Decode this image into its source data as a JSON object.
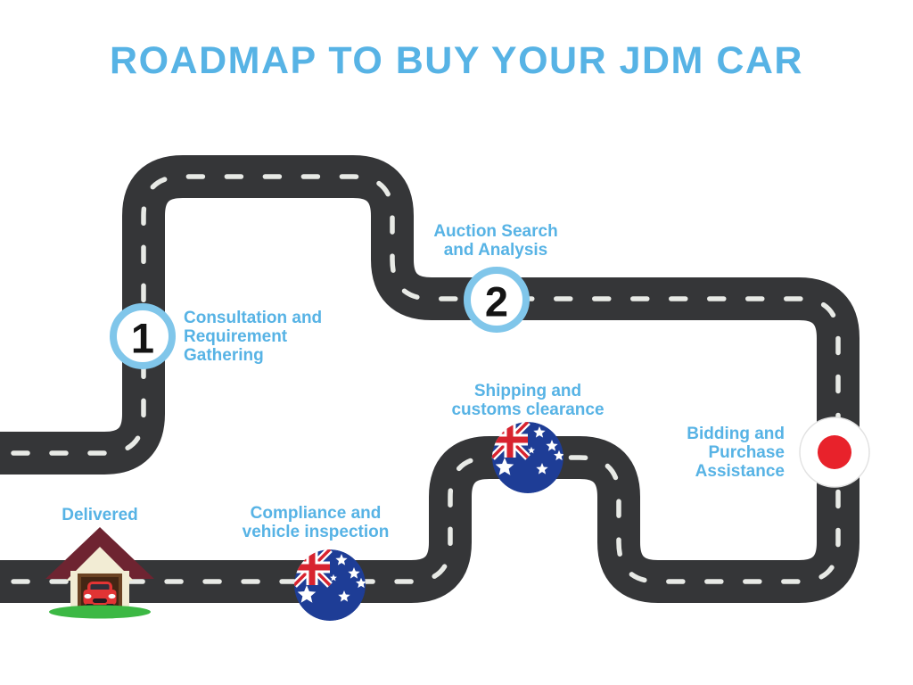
{
  "title": "ROADMAP TO BUY YOUR JDM CAR",
  "colors": {
    "accent_blue": "#57b3e5",
    "road": "#353638",
    "road_dash": "#e8eae6",
    "milestone_ring": "#80c6ea",
    "milestone_number": "#141414",
    "japan_flag_red": "#e8222b",
    "australia_flag_navy": "#1e3d96",
    "flag_red": "#d8232f",
    "house_roof_maroon": "#6e2431",
    "house_wall_cream": "#f2ecd4",
    "car_red": "#e23434",
    "grass_green": "#3cb844"
  },
  "steps": [
    {
      "marker": "1",
      "marker_type": "numbered-milestone",
      "label": "Consultation and\nRequirement\nGathering"
    },
    {
      "marker": "2",
      "marker_type": "numbered-milestone",
      "label": "Auction Search\nand Analysis"
    },
    {
      "marker_type": "japan-flag",
      "label": "Bidding and\nPurchase\nAssistance"
    },
    {
      "marker_type": "australia-flag",
      "label": "Shipping and\ncustoms clearance"
    },
    {
      "marker_type": "australia-flag",
      "label": "Compliance and\nvehicle inspection"
    },
    {
      "marker_type": "house-garage",
      "label": "Delivered"
    }
  ]
}
